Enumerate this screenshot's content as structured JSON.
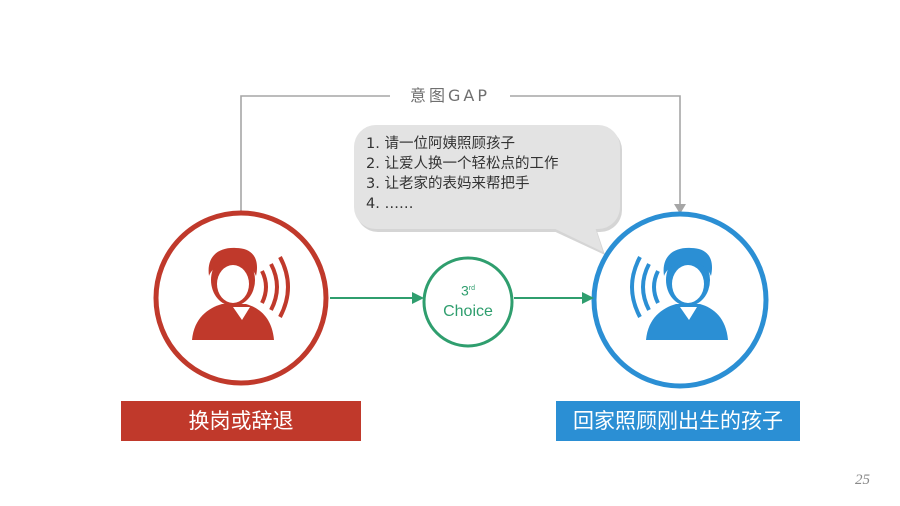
{
  "gap_label": "意图GAP",
  "bubble_items": [
    "1. 请一位阿姨照顾孩子",
    "2. 让爱人换一个轻松点的工作",
    "3. 让老家的表妈来帮把手",
    "4. ……"
  ],
  "choice": {
    "ordinal": "3",
    "ordinal_suffix": "rd",
    "word": "Choice"
  },
  "left_label": "换岗或辞退",
  "right_label": "回家照顾刚出生的孩子",
  "page_number": "25",
  "colors": {
    "red": "#c0392b",
    "blue": "#2b8fd4",
    "green": "#2f9e6e",
    "gray_line": "#a6a6a6",
    "bubble": "#e3e3e3"
  },
  "icons": [
    "person-speaking-icon-red",
    "person-listening-icon-blue"
  ]
}
